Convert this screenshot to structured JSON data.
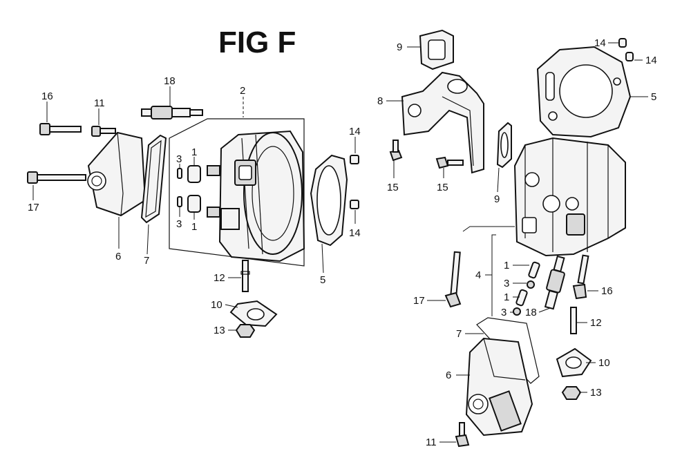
{
  "figure": {
    "title": "FIG F"
  },
  "callouts": [
    {
      "id": "c-l-16",
      "text": "16"
    },
    {
      "id": "c-l-11",
      "text": "11"
    },
    {
      "id": "c-l-18",
      "text": "18"
    },
    {
      "id": "c-l-2",
      "text": "2"
    },
    {
      "id": "c-l-14a",
      "text": "14"
    },
    {
      "id": "c-l-3a",
      "text": "3"
    },
    {
      "id": "c-l-1a",
      "text": "1"
    },
    {
      "id": "c-l-3b",
      "text": "3"
    },
    {
      "id": "c-l-1b",
      "text": "1"
    },
    {
      "id": "c-l-17",
      "text": "17"
    },
    {
      "id": "c-l-6",
      "text": "6"
    },
    {
      "id": "c-l-7",
      "text": "7"
    },
    {
      "id": "c-l-5",
      "text": "5"
    },
    {
      "id": "c-l-14b",
      "text": "14"
    },
    {
      "id": "c-l-12",
      "text": "12"
    },
    {
      "id": "c-l-10",
      "text": "10"
    },
    {
      "id": "c-l-13",
      "text": "13"
    },
    {
      "id": "c-r-9a",
      "text": "9"
    },
    {
      "id": "c-r-14a",
      "text": "14"
    },
    {
      "id": "c-r-14b",
      "text": "14"
    },
    {
      "id": "c-r-5",
      "text": "5"
    },
    {
      "id": "c-r-8",
      "text": "8"
    },
    {
      "id": "c-r-15a",
      "text": "15"
    },
    {
      "id": "c-r-15b",
      "text": "15"
    },
    {
      "id": "c-r-9b",
      "text": "9"
    },
    {
      "id": "c-r-4",
      "text": "4"
    },
    {
      "id": "c-r-1a",
      "text": "1"
    },
    {
      "id": "c-r-3a",
      "text": "3"
    },
    {
      "id": "c-r-1b",
      "text": "1"
    },
    {
      "id": "c-r-3b",
      "text": "3"
    },
    {
      "id": "c-r-18",
      "text": "18"
    },
    {
      "id": "c-r-17",
      "text": "17"
    },
    {
      "id": "c-r-16",
      "text": "16"
    },
    {
      "id": "c-r-12",
      "text": "12"
    },
    {
      "id": "c-r-7",
      "text": "7"
    },
    {
      "id": "c-r-10",
      "text": "10"
    },
    {
      "id": "c-r-6",
      "text": "6"
    },
    {
      "id": "c-r-13",
      "text": "13"
    },
    {
      "id": "c-r-11",
      "text": "11"
    }
  ]
}
